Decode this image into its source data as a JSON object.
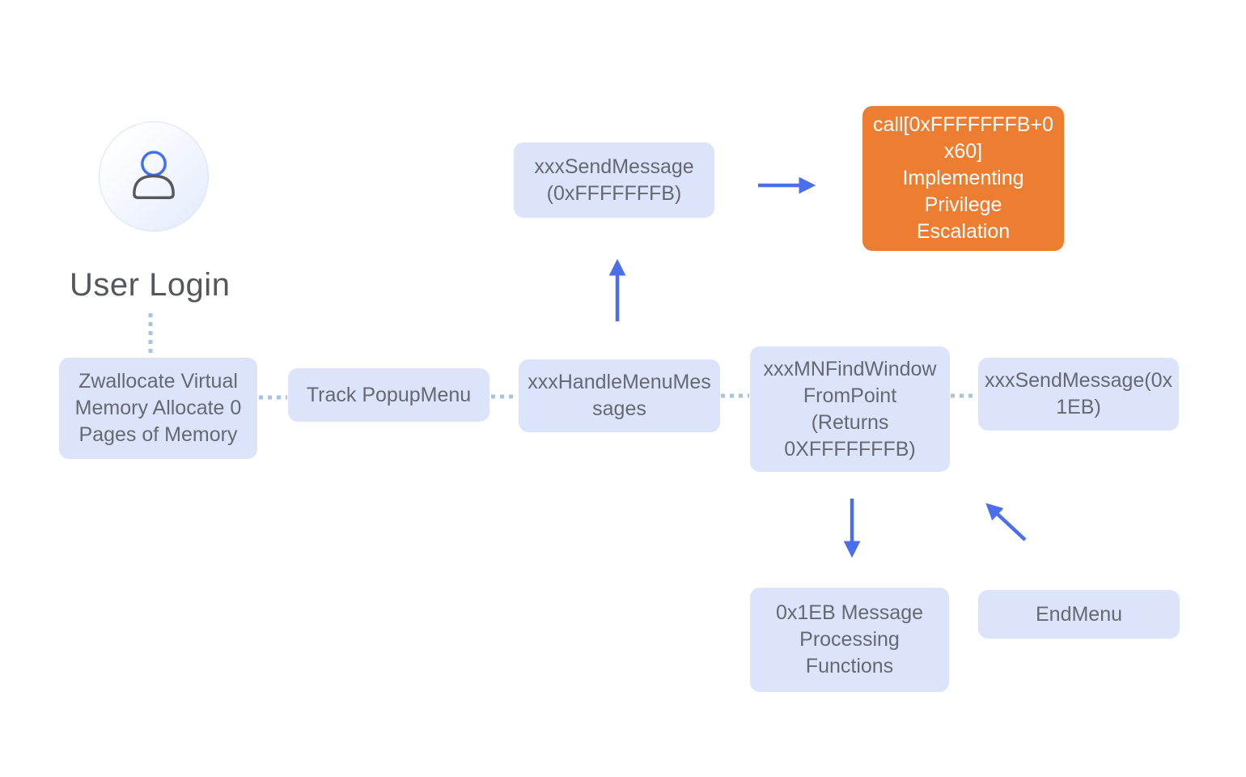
{
  "actor": {
    "label": "User Login",
    "icon": "user-icon"
  },
  "nodes": [
    {
      "id": "zwallocate-virtual-memory",
      "label": "Zwallocate Virtual\nMemory Allocate 0\nPages of Memory",
      "style": "normal"
    },
    {
      "id": "track-popupmenu",
      "label": "Track PopupMenu",
      "style": "normal"
    },
    {
      "id": "xxx-handle-menu-messages",
      "label": "xxxHandleMenuMes\nsages",
      "style": "normal"
    },
    {
      "id": "xxx-send-message-fffffffb",
      "label": "xxxSendMessage\n(0xFFFFFFFB)",
      "style": "normal"
    },
    {
      "id": "call-privilege-escalation",
      "label": "call[0xFFFFFFFB+0\nx60]\nImplementing\nPrivilege\nEscalation",
      "style": "highlight"
    },
    {
      "id": "xxx-mn-find-window-from-point",
      "label": "xxxMNFindWindow\nFromPoint\n(Returns\n0XFFFFFFFB)",
      "style": "normal"
    },
    {
      "id": "xxx-send-message-0x1eb",
      "label": "xxxSendMessage(0x\n1EB)",
      "style": "normal"
    },
    {
      "id": "msg-0x1eb-processing-functions",
      "label": "0x1EB Message\nProcessing\nFunctions",
      "style": "normal"
    },
    {
      "id": "end-menu",
      "label": "EndMenu",
      "style": "normal"
    }
  ],
  "edges": [
    {
      "from": "user-login",
      "to": "zwallocate-virtual-memory",
      "style": "dotted"
    },
    {
      "from": "zwallocate-virtual-memory",
      "to": "track-popupmenu",
      "style": "dotted"
    },
    {
      "from": "track-popupmenu",
      "to": "xxx-handle-menu-messages",
      "style": "dotted"
    },
    {
      "from": "xxx-handle-menu-messages",
      "to": "xxx-mn-find-window-from-point",
      "style": "dotted"
    },
    {
      "from": "xxx-mn-find-window-from-point",
      "to": "xxx-send-message-0x1eb",
      "style": "dotted"
    },
    {
      "from": "xxx-handle-menu-messages",
      "to": "xxx-send-message-fffffffb",
      "style": "arrow"
    },
    {
      "from": "xxx-send-message-fffffffb",
      "to": "call-privilege-escalation",
      "style": "arrow"
    },
    {
      "from": "xxx-mn-find-window-from-point",
      "to": "msg-0x1eb-processing-functions",
      "style": "arrow"
    },
    {
      "from": "end-menu",
      "to": "xxx-mn-find-window-from-point",
      "style": "arrow"
    }
  ],
  "colors": {
    "node_fill": "#dbe4fb",
    "node_text": "#66696e",
    "highlight_fill": "#ed7d31",
    "highlight_text": "#ffffff",
    "arrow_blue": "#4a6fec",
    "dotted_connector": "#a7c4e2",
    "avatar_head_stroke": "#3f6ff2",
    "avatar_body_stroke": "#55585c",
    "title_text": "#54575c"
  }
}
